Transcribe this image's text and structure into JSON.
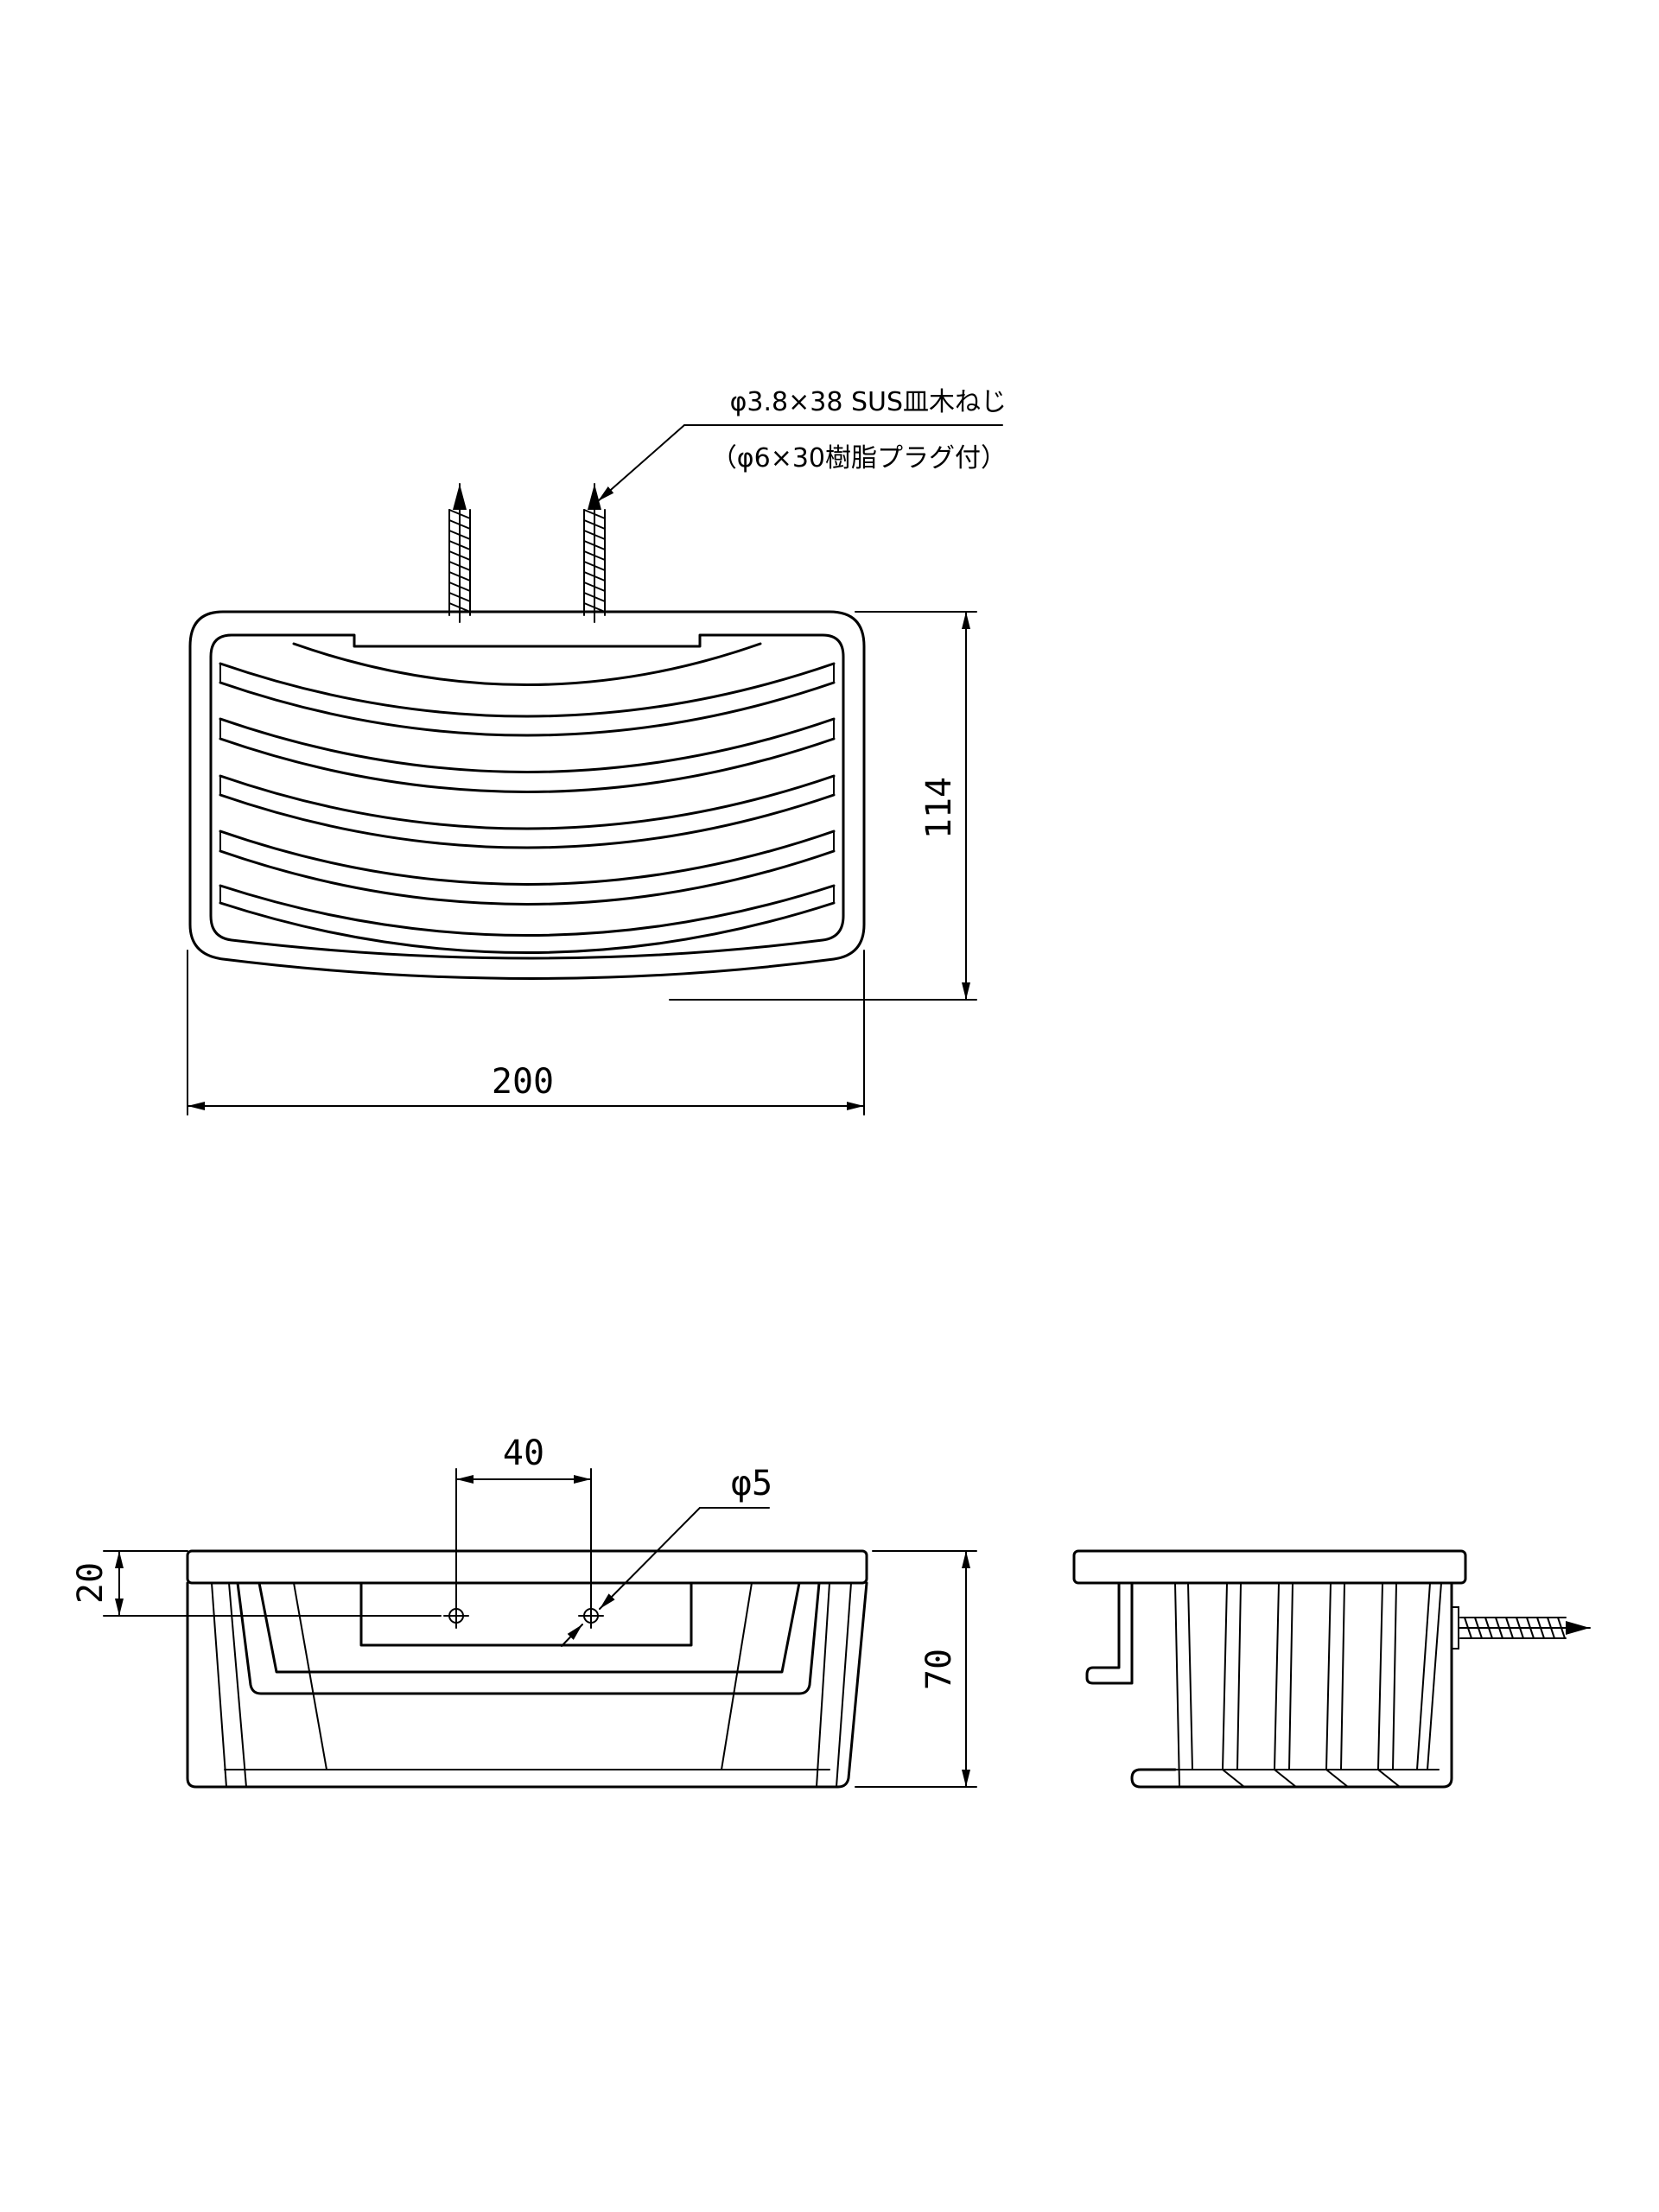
{
  "annotations": {
    "screw_line1": "φ3.8×38 SUS皿木ねじ",
    "screw_line2": "（φ6×30樹脂プラグ付）"
  },
  "dimensions": {
    "width": "200",
    "depth": "114",
    "hole_pitch": "40",
    "hole_diameter": "φ5",
    "hole_offset": "20",
    "height": "70"
  },
  "colors": {
    "line": "#000000",
    "background": "#ffffff"
  }
}
